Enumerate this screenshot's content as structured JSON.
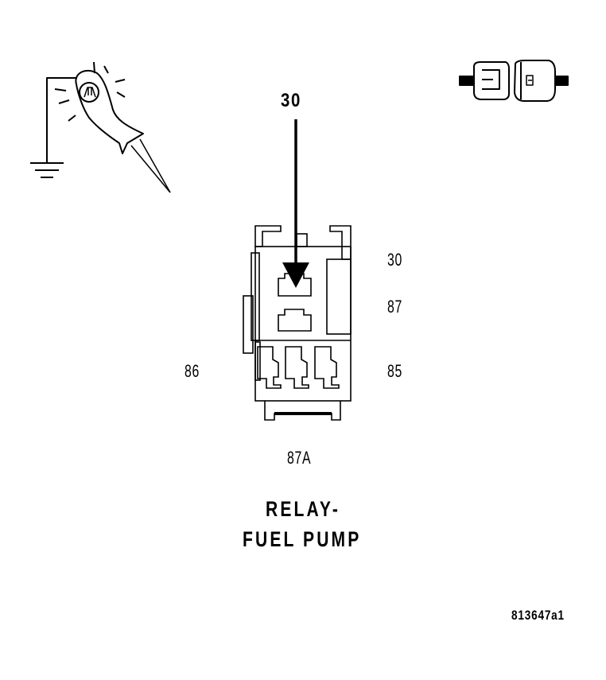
{
  "probe_terminal": "30",
  "pins": {
    "p30": "30",
    "p87": "87",
    "p86": "86",
    "p85": "85",
    "p87a": "87A"
  },
  "title": {
    "line1": "RELAY-",
    "line2": "FUEL PUMP"
  },
  "reference_number": "813647a1",
  "icons": [
    "ground-test-light-icon",
    "connector-icon",
    "relay-socket-icon",
    "probe-arrow-icon"
  ]
}
